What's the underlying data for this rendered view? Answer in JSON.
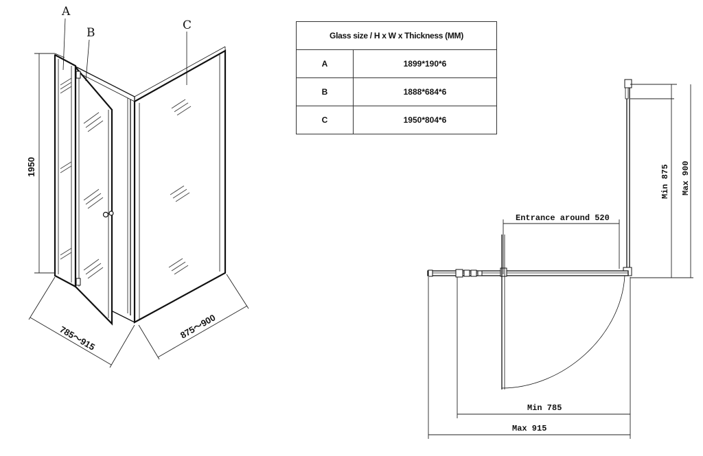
{
  "panel_labels": {
    "a": "A",
    "b": "B",
    "c": "C"
  },
  "iso_dimensions": {
    "height": "1950",
    "front_width": "785～915",
    "side_width": "875～900"
  },
  "table": {
    "header": "Glass size / H x W x Thickness (MM)",
    "rows": [
      {
        "label": "A",
        "value": "1899*190*6"
      },
      {
        "label": "B",
        "value": "1888*684*6"
      },
      {
        "label": "C",
        "value": "1950*804*6"
      }
    ]
  },
  "plan_dimensions": {
    "min_height": "Min 875",
    "max_height": "Max 900",
    "entrance": "Entrance around 520",
    "min_width": "Min 785",
    "max_width": "Max 915"
  }
}
